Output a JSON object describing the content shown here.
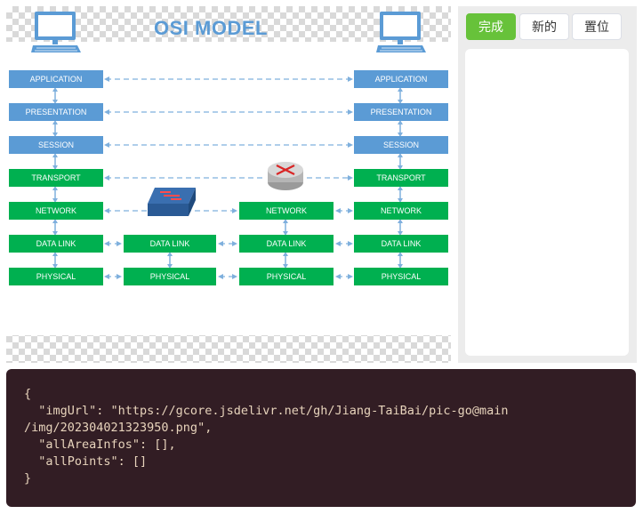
{
  "diagram": {
    "title": "OSI MODEL",
    "layers": {
      "application": "APPLICATION",
      "presentation": "PRESENTATION",
      "session": "SESSION",
      "transport": "TRANSPORT",
      "network": "NETWORK",
      "data_link": "DATA LINK",
      "physical": "PHYSICAL"
    },
    "icons": [
      "computer-icon",
      "switch-icon",
      "router-icon"
    ],
    "colors": {
      "upper_layer": "#5b9bd5",
      "lower_layer": "#00b050",
      "title": "#5b9bd5"
    }
  },
  "toolbar": {
    "done_label": "完成",
    "new_label": "新的",
    "reset_label": "置位",
    "done_color": "#67c23a"
  },
  "code": {
    "lines": [
      "{",
      "  \"imgUrl\": \"https://gcore.jsdelivr.net/gh/Jiang-TaiBai/pic-go@main",
      "/img/202304021323950.png\",",
      "  \"allAreaInfos\": [],",
      "  \"allPoints\": []",
      "}"
    ]
  }
}
